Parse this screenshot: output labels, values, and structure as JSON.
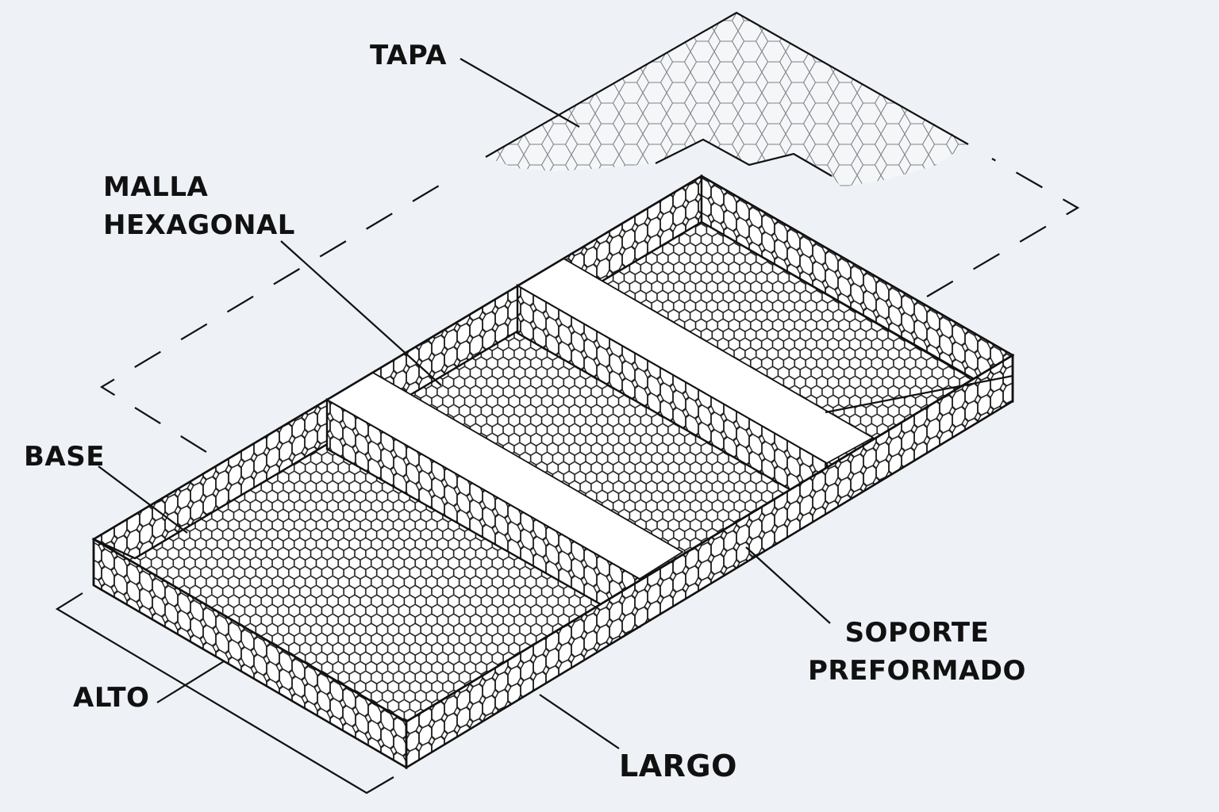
{
  "labels": {
    "tapa": "TAPA",
    "malla_line1": "MALLA",
    "malla_line2": "HEXAGONAL",
    "base": "BASE",
    "alto": "ALTO",
    "largo": "LARGO",
    "soporte_line1": "SOPORTE",
    "soporte_line2": "PREFORMADO"
  },
  "colors": {
    "background": "#eef2f6",
    "ink": "#111111",
    "mesh_fill": "#ffffff",
    "lid_mesh": "#8a8f96"
  },
  "icons": {
    "mesh_pattern": "hexagonal-mesh"
  }
}
